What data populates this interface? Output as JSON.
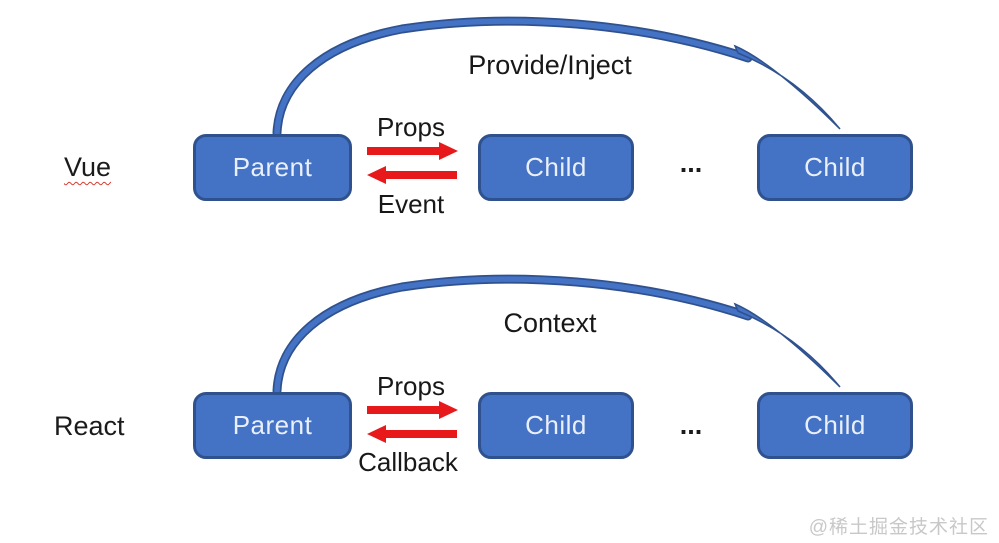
{
  "colors": {
    "box_fill": "#4472c4",
    "box_border": "#2f528f",
    "arc_fill": "#4472c4",
    "arc_outline": "#2f528f",
    "arrow_red": "#e8191b",
    "watermark_gray": "#c8c8c8"
  },
  "rows": [
    {
      "framework_label": "Vue",
      "arc_label": "Provide/Inject",
      "forward_arrow_label": "Props",
      "backward_arrow_label": "Event",
      "parent_box": "Parent",
      "child_box_1": "Child",
      "child_box_2": "Child",
      "ellipsis": "..."
    },
    {
      "framework_label": "React",
      "arc_label": "Context",
      "forward_arrow_label": "Props",
      "backward_arrow_label": "Callback",
      "parent_box": "Parent",
      "child_box_1": "Child",
      "child_box_2": "Child",
      "ellipsis": "..."
    }
  ],
  "watermark": "@稀土掘金技术社区"
}
